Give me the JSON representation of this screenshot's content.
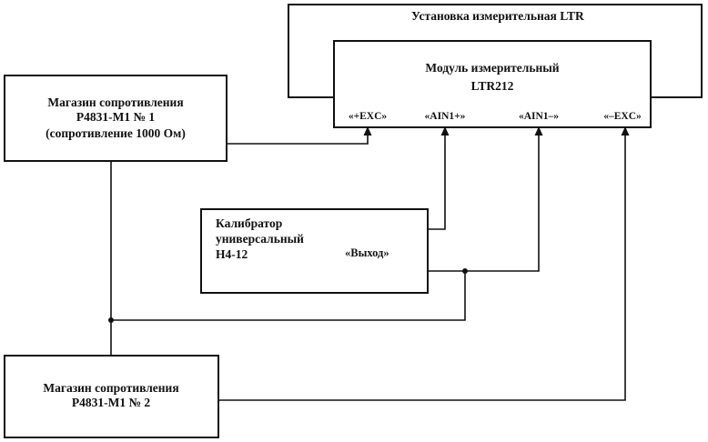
{
  "installation": {
    "title": "Установка измерительная LTR"
  },
  "module": {
    "title_line1": "Модуль измерительный",
    "title_line2": "LTR212",
    "terminals": {
      "exc_plus": "«+EXC»",
      "ain1_plus": "«AIN1+»",
      "ain1_minus": "«AIN1–»",
      "exc_minus": "«–EXC»"
    }
  },
  "resistance_box_1": {
    "line1": "Магазин сопротивления",
    "line2": "Р4831-М1 № 1",
    "line3": "(сопротивление 1000 Ом)"
  },
  "calibrator": {
    "line1": "Калибратор",
    "line2": "универсальный",
    "line3": "Н4-12",
    "output_label": "«Выход»"
  },
  "resistance_box_2": {
    "line1": "Магазин сопротивления",
    "line2": "Р4831-М1 № 2"
  }
}
